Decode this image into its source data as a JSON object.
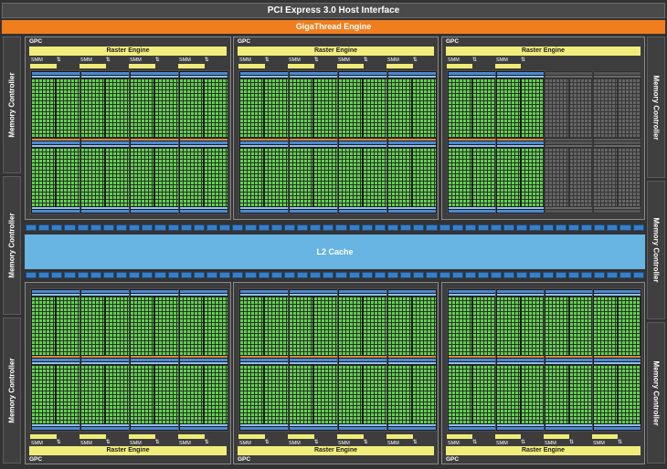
{
  "title": "PCI Express 3.0 Host Interface",
  "thread_engine": "GigaThread Engine",
  "memory_controller": "Memory Controller",
  "l2_cache": "L2 Cache",
  "gpc_label": "GPC",
  "raster_engine": "Raster Engine",
  "smm_label": "SMM",
  "colors": {
    "gigathread": "#f07e1e",
    "raster": "#f1ed7c",
    "l2": "#68b4e2",
    "cuda_core": "#5ed34c"
  },
  "gpcs": [
    {
      "row": "top",
      "smm_enabled": [
        true,
        true,
        true,
        true
      ]
    },
    {
      "row": "top",
      "smm_enabled": [
        true,
        true,
        true,
        true
      ]
    },
    {
      "row": "top",
      "smm_enabled": [
        true,
        true,
        false,
        false
      ]
    },
    {
      "row": "bottom",
      "smm_enabled": [
        true,
        true,
        true,
        true
      ]
    },
    {
      "row": "bottom",
      "smm_enabled": [
        true,
        true,
        true,
        true
      ]
    },
    {
      "row": "bottom",
      "smm_enabled": [
        true,
        true,
        true,
        true
      ]
    }
  ]
}
